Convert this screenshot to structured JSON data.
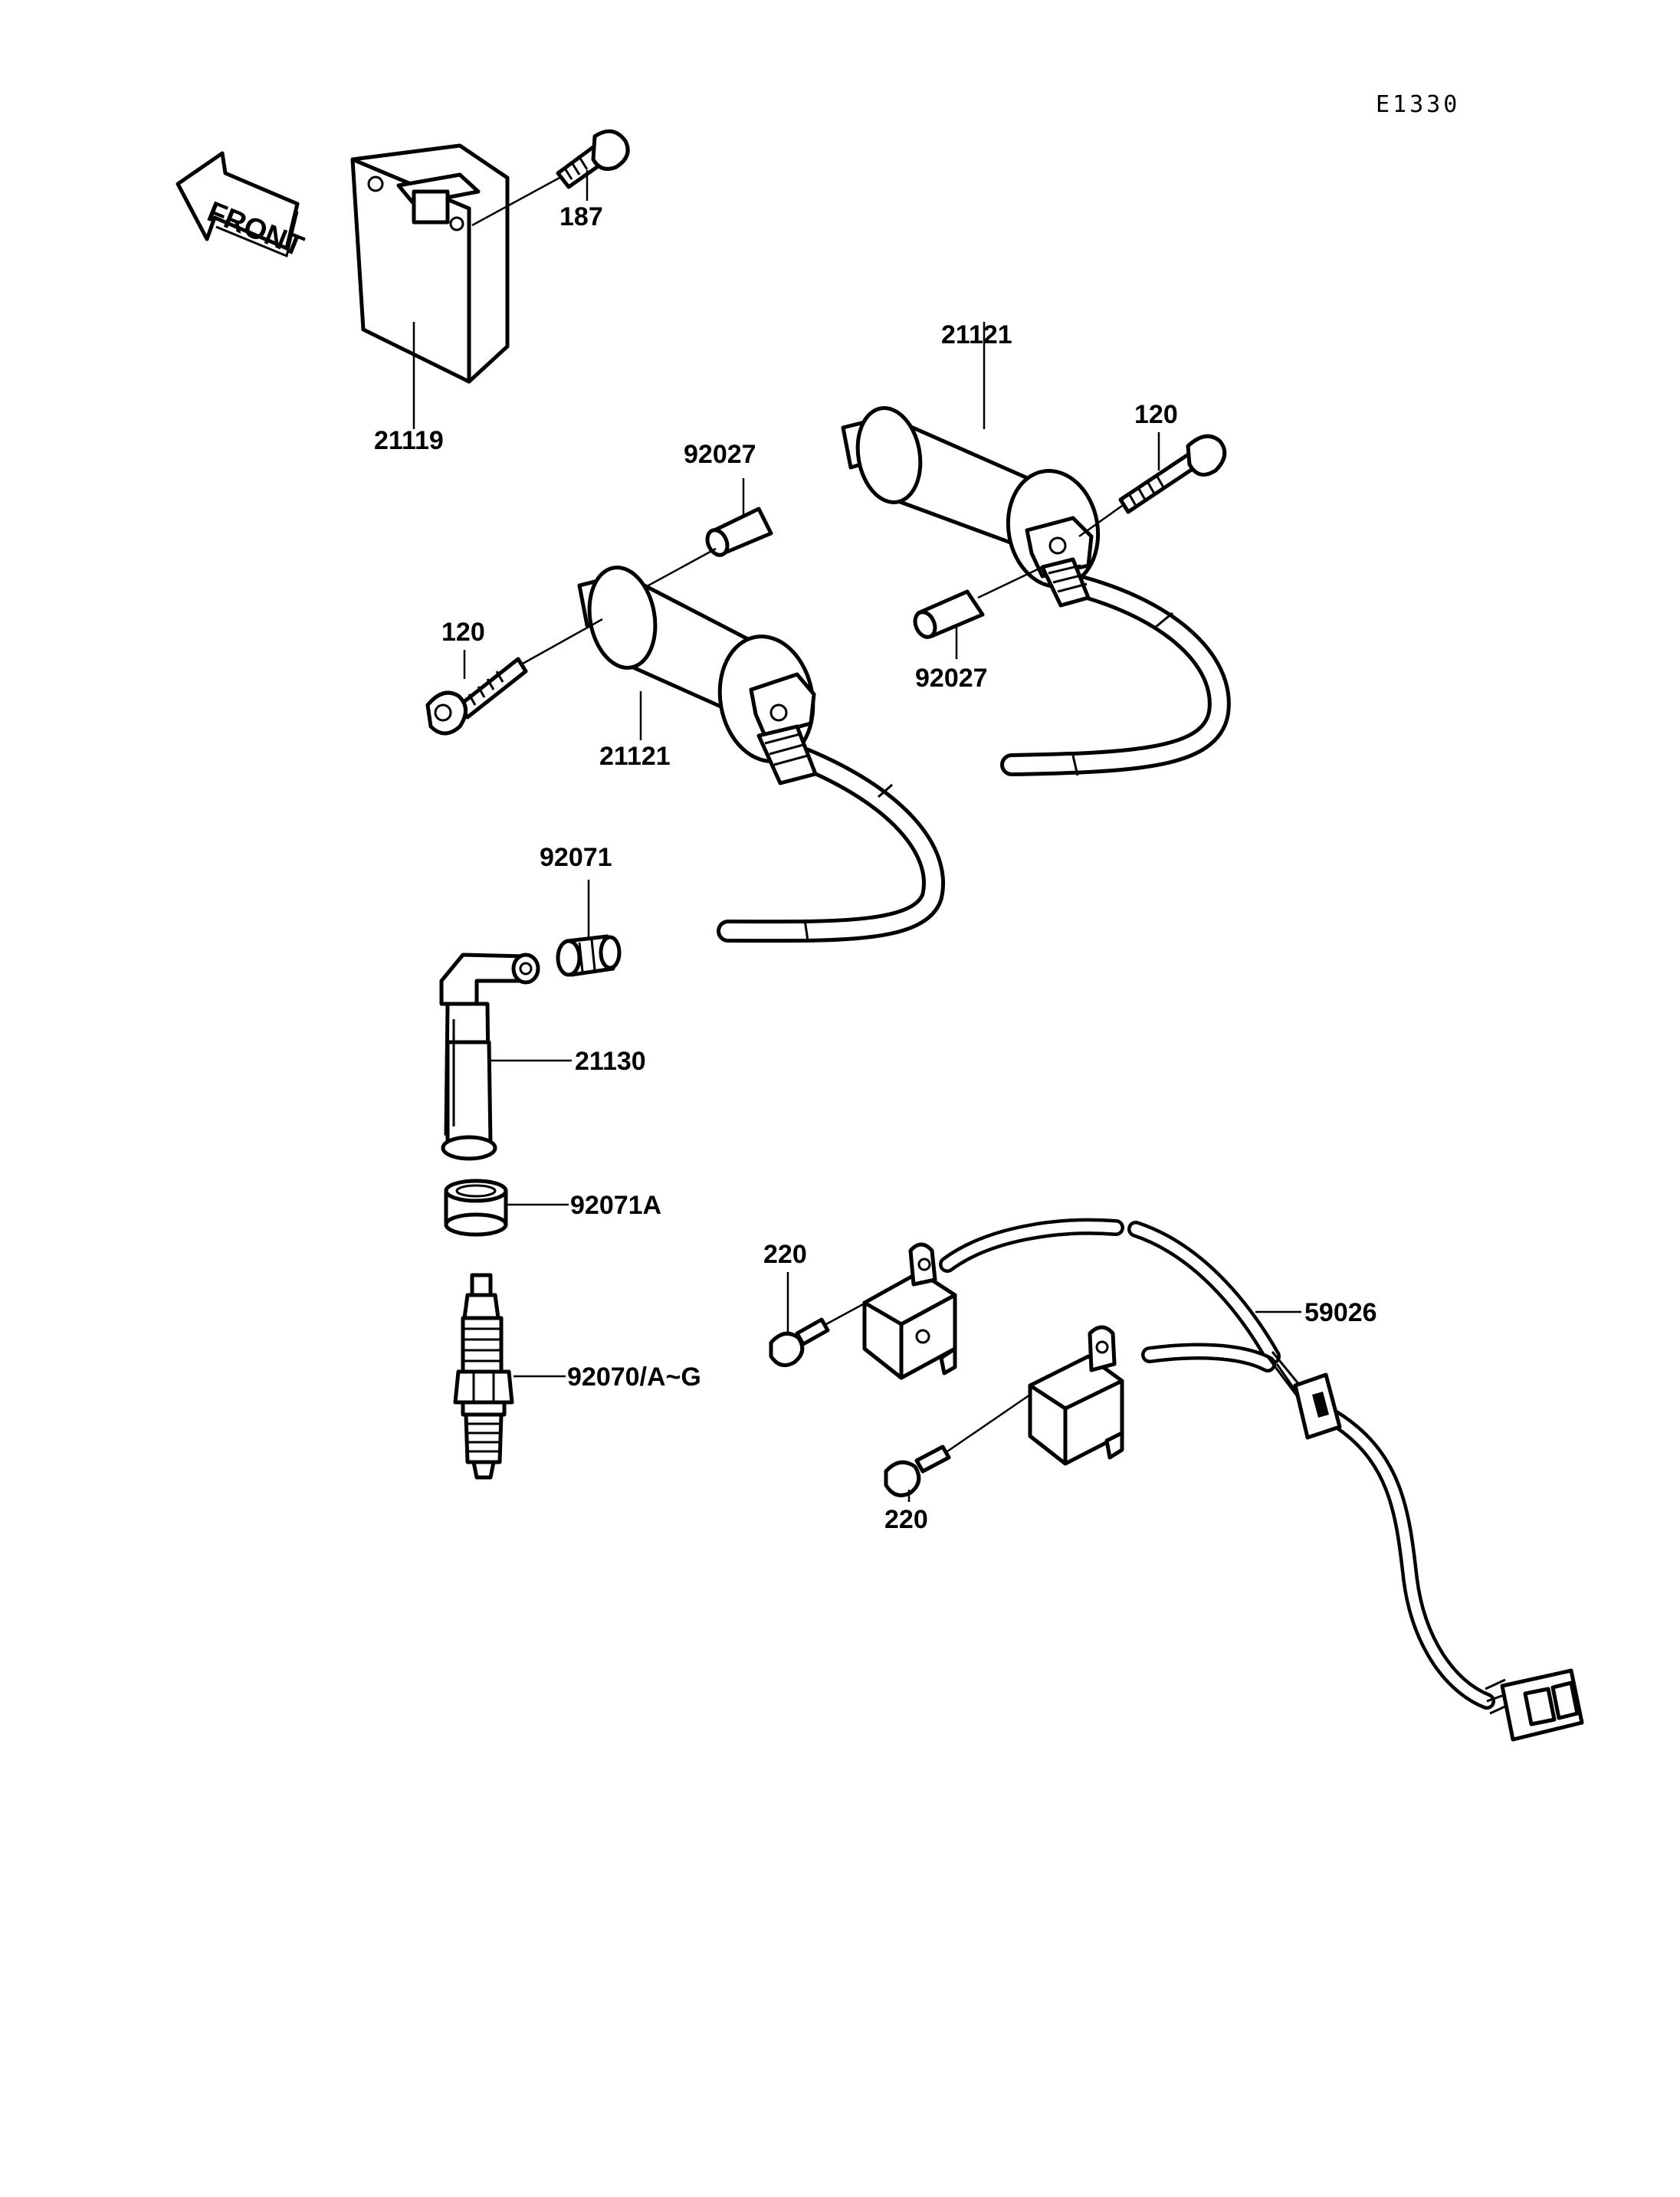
{
  "diagram_code": "E1330",
  "front_label": "FRONT",
  "labels": {
    "p187": "187",
    "p21119": "21119",
    "p21121_upper": "21121",
    "p120_right": "120",
    "p92027_upper": "92027",
    "p92027_lower": "92027",
    "p120_left": "120",
    "p21121_lower": "21121",
    "p92071": "92071",
    "p21130": "21130",
    "p92071A": "92071A",
    "p92070": "92070/A~G",
    "p220_upper": "220",
    "p220_lower": "220",
    "p59026": "59026"
  }
}
